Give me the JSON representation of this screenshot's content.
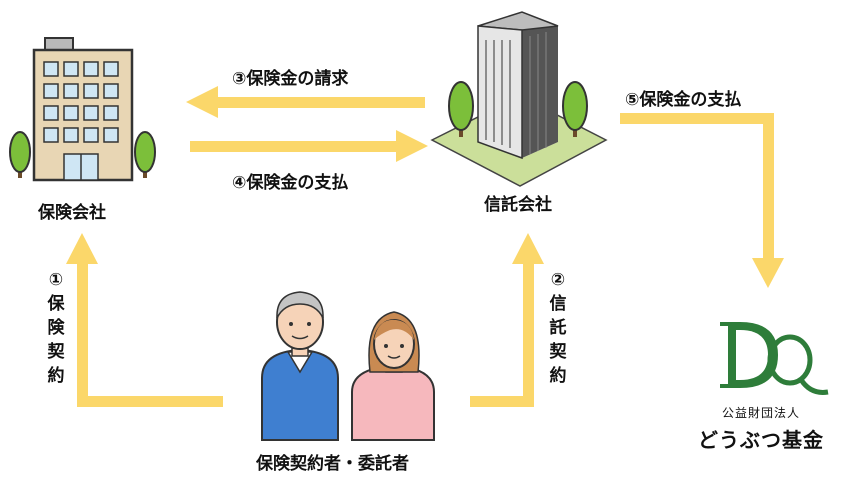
{
  "arrows": {
    "request": "③保険金の請求",
    "payment_to_trust": "④保険金の支払",
    "payment_to_fund": "⑤保険金の支払"
  },
  "nodes": {
    "insurance_company": "保険会社",
    "trust_company": "信託会社",
    "policyholder": "保険契約者・委託者"
  },
  "vertical_labels": {
    "insurance_contract": [
      "①",
      "保",
      "険",
      "契",
      "約"
    ],
    "trust_contract": [
      "②",
      "信",
      "託",
      "契",
      "約"
    ]
  },
  "logo": {
    "org_type": "公益財団法人",
    "name": "どうぶつ基金",
    "brand_color": "#2e7d3a"
  },
  "colors": {
    "arrow": "#fbd76a",
    "tree": "#7cbf3a",
    "building_wall": "#e8d6b4"
  }
}
